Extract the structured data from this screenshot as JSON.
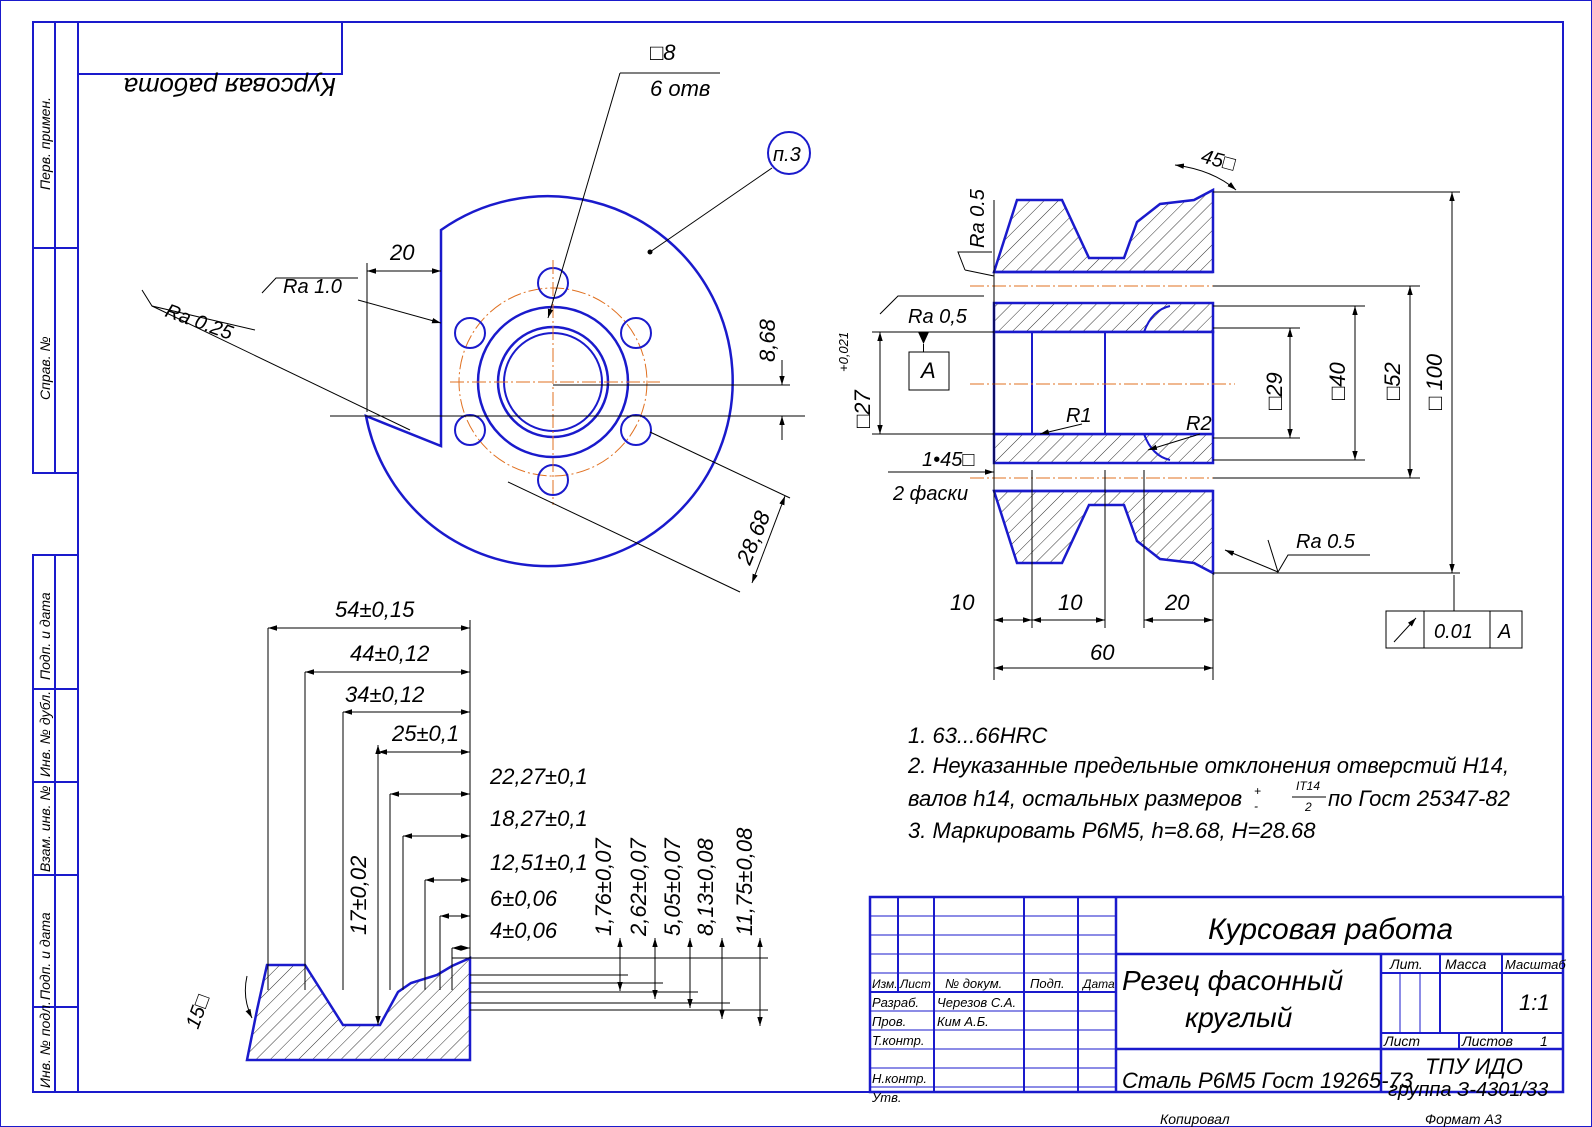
{
  "stamp_mirrored": "Курсовая работа",
  "side_labels": {
    "perv_primen": "Перв. примен.",
    "sprav_no": "Справ. №",
    "podp_data_1": "Подп. и дата",
    "inv_dubl": "Инв. № дубл.",
    "vzam_inv": "Взам. инв. №",
    "podp_data_2": "Подп. и дата",
    "inv_podl": "Инв. № подл."
  },
  "front_view": {
    "holes_symbol": "□8",
    "holes_count": "6 отв",
    "note_ref": "п.3",
    "dim_20": "20",
    "ra_1": "Ra 1.0",
    "ra_025": "Ra 0.25",
    "dim_868": "8,68",
    "dim_2868": "28,68"
  },
  "section_view": {
    "ra_05_top": "Ra 0.5",
    "angle_45": "45□",
    "ra_05_left": "Ra 0,5",
    "datum": "A",
    "dia_27": "□27",
    "tol_27": "+0,021",
    "r1": "R1",
    "r2": "R2",
    "chamfer": "1•45□",
    "chamfer_count": "2 фаски",
    "dia_29": "□29",
    "dia_40": "□40",
    "dia_52": "□52",
    "dia_100": "□ 100",
    "ra_05_bottom": "Ra 0.5",
    "dim_10a": "10",
    "dim_10b": "10",
    "dim_20": "20",
    "dim_60": "60",
    "runout_value": "0.01",
    "runout_datum": "A"
  },
  "profile_view": {
    "h_dims": [
      "54±0,15",
      "44±0,12",
      "34±0,12",
      "25±0,1",
      "22,27±0,1",
      "18,27±0,1",
      "12,51±0,1",
      "6±0,06",
      "4±0,06"
    ],
    "v_dim_17": "17±0,02",
    "v_dims": [
      "1,76±0,07",
      "2,62±0,07",
      "5,05±0,07",
      "8,13±0,08",
      "11,75±0,08"
    ],
    "angle_15": "15□"
  },
  "notes": {
    "n1": "1. 63...66HRC",
    "n2a": "2. Неуказанные предельные отклонения отверстий H14,",
    "n2b": "валов h14, остальных размеров",
    "frac_sign_top": "+",
    "frac_sign_bottom": "-",
    "frac_num": "IT14",
    "frac_den": "2",
    "n2c": "по Гост 25347-82",
    "n3": "3. Маркировать Р6М5, h=8.68, H=28.68"
  },
  "title_block": {
    "title": "Курсовая работа",
    "part_line1": "Резец фасонный",
    "part_line2": "круглый",
    "material": "Сталь Р6М5 Гост 19265-73",
    "org_line1": "ТПУ ИДО",
    "org_line2": "группа З-4301/33",
    "hdr_izm": "Изм.",
    "hdr_list": "Лист",
    "hdr_docum": "№ докум.",
    "hdr_podp": "Подп.",
    "hdr_data": "Дата",
    "row_razrab": "Разраб.",
    "row_prov": "Пров.",
    "row_tkontr": "Т.контр.",
    "row_nkontr": "Н.контр.",
    "row_utv": "Утв.",
    "razrab_name": "Черезов С.А.",
    "prov_name": "Ким А.Б.",
    "lit": "Лит.",
    "massa": "Масса",
    "masshtab": "Масштаб",
    "scale": "1:1",
    "sheet_label": "Лист",
    "sheets_label": "Листов",
    "sheets_count": "1",
    "kopiroval": "Копировал",
    "format": "Формат  А3"
  },
  "colors": {
    "outline": "#1a1acc",
    "axis": "#e07020",
    "frame": "#1a1acc"
  }
}
